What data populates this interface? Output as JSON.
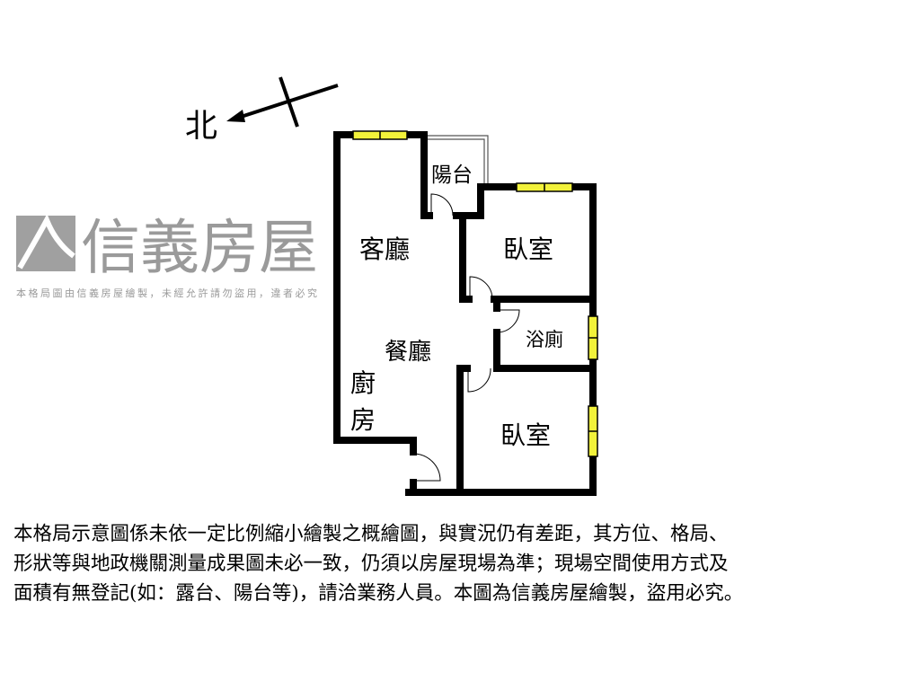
{
  "compass": {
    "label": "北",
    "icon": "north-arrow-icon"
  },
  "rooms": {
    "living": "客廳",
    "balcony": "陽台",
    "bedroom1": "臥室",
    "dining": "餐廳",
    "bathroom": "浴廁",
    "kitchen_1": "廚",
    "kitchen_2": "房",
    "bedroom2": "臥室"
  },
  "watermark": {
    "brand": "信義房屋",
    "notice": "本格局圖由信義房屋繪製，未經允許請勿盜用，違者必究"
  },
  "colors": {
    "wall": "#000000",
    "window": "#f2f23a",
    "watermark": "#9a9a9a"
  },
  "disclaimer": {
    "lines": [
      "本格局示意圖係未依一定比例縮小繪製之概繪圖，與實況仍有差距，其方位、格局、",
      "形狀等與地政機關測量成果圖未必一致，仍須以房屋現場為準；現場空間使用方式及",
      "面積有無登記(如：露台、陽台等)，請洽業務人員。本圖為信義房屋繪製，盜用必究。"
    ]
  }
}
